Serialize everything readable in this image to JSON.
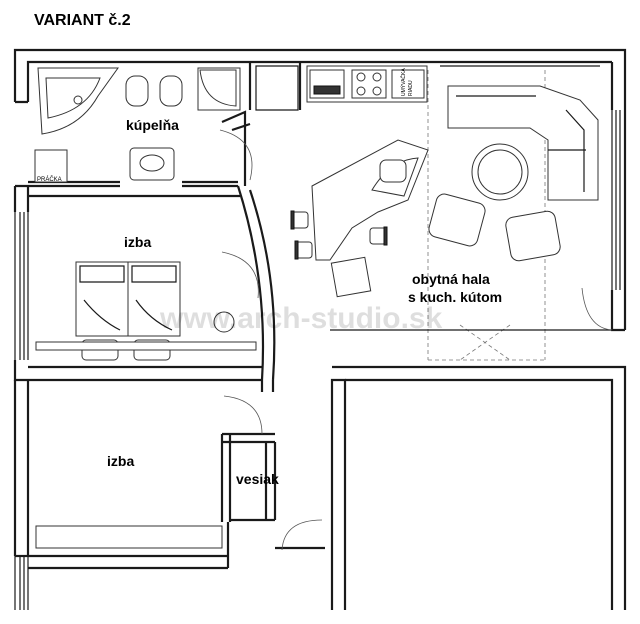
{
  "title": "VARIANT č.2",
  "rooms": {
    "bathroom": "kúpelňa",
    "bedroom_1": "izba",
    "bedroom_2": "izba",
    "living_line1": "obytná hala",
    "living_line2": "s kuch. kútom",
    "wardrobe": "vesiak"
  },
  "fixtures": {
    "washer": "PRÁČKA",
    "dishwasher_line1": "UMÝVAČKA",
    "dishwasher_line2": "RIADU"
  },
  "watermark": "www.arch-studio.sk",
  "colors": {
    "line": "#1a1a1a",
    "background": "#ffffff"
  }
}
